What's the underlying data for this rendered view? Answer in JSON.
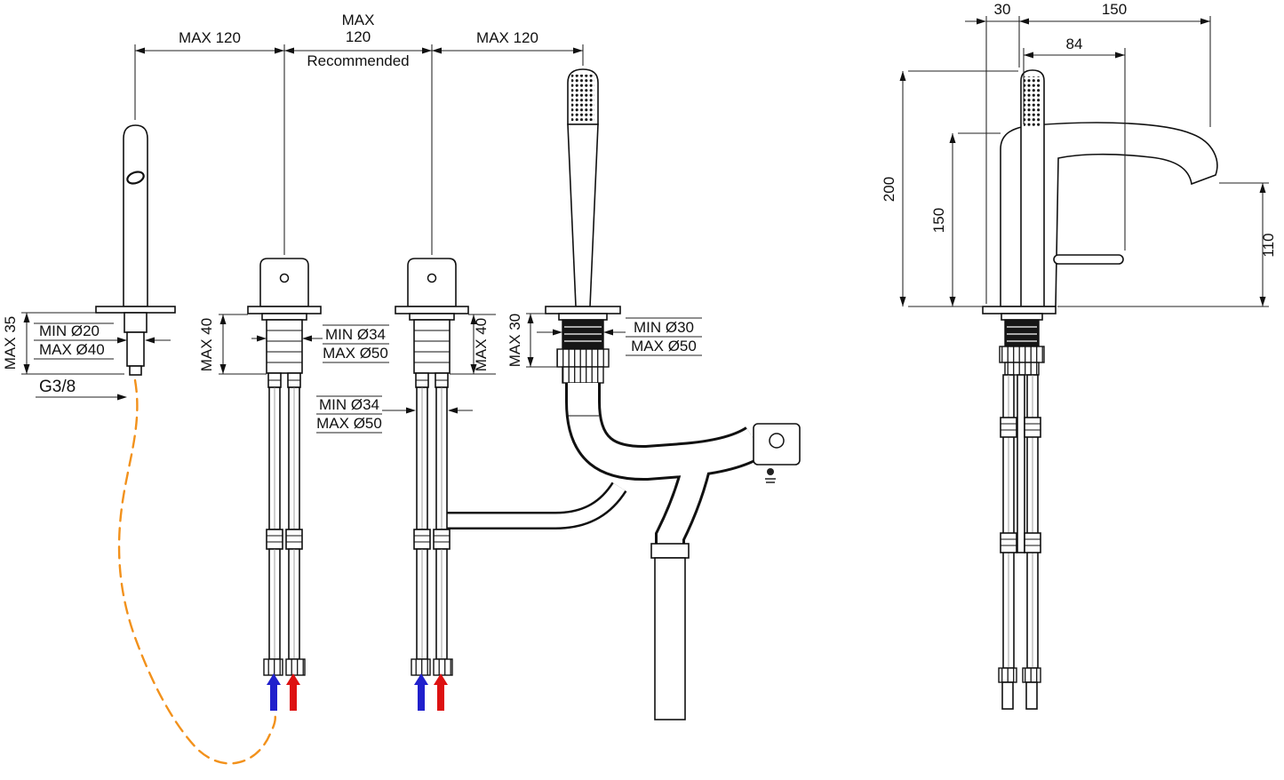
{
  "drawing": {
    "installation_view": {
      "dim_spacing_left": "MAX  120",
      "dim_spacing_mid_line1": "MAX",
      "dim_spacing_mid_line2": "120",
      "dim_spacing_mid_line3": "Recommended",
      "dim_spacing_right": "MAX  120",
      "spout": {
        "deck_thickness": "MAX 35",
        "hole_min": "MIN Ø20",
        "hole_max": "MAX Ø40",
        "thread": "G3/8"
      },
      "valve_left": {
        "deck_thickness": "MAX 40",
        "hole_min": "MIN Ø34",
        "hole_max": "MAX Ø50"
      },
      "valve_right": {
        "deck_thickness": "MAX 40"
      },
      "valve_lower": {
        "hole_min": "MIN Ø34",
        "hole_max": "MAX Ø50"
      },
      "handshower": {
        "deck_thickness": "MAX 30",
        "hole_min": "MIN Ø30",
        "hole_max": "MAX Ø50"
      }
    },
    "side_view": {
      "dim_offset": "30",
      "dim_reach": "150",
      "dim_handle": "84",
      "dim_height_overall": "200",
      "dim_height_spout": "150",
      "dim_spout_clearance": "110"
    },
    "colors": {
      "ink": "#111111",
      "cold_water": "#2020cc",
      "hot_water": "#dd1111",
      "flex_hose": "#f2911b"
    }
  }
}
